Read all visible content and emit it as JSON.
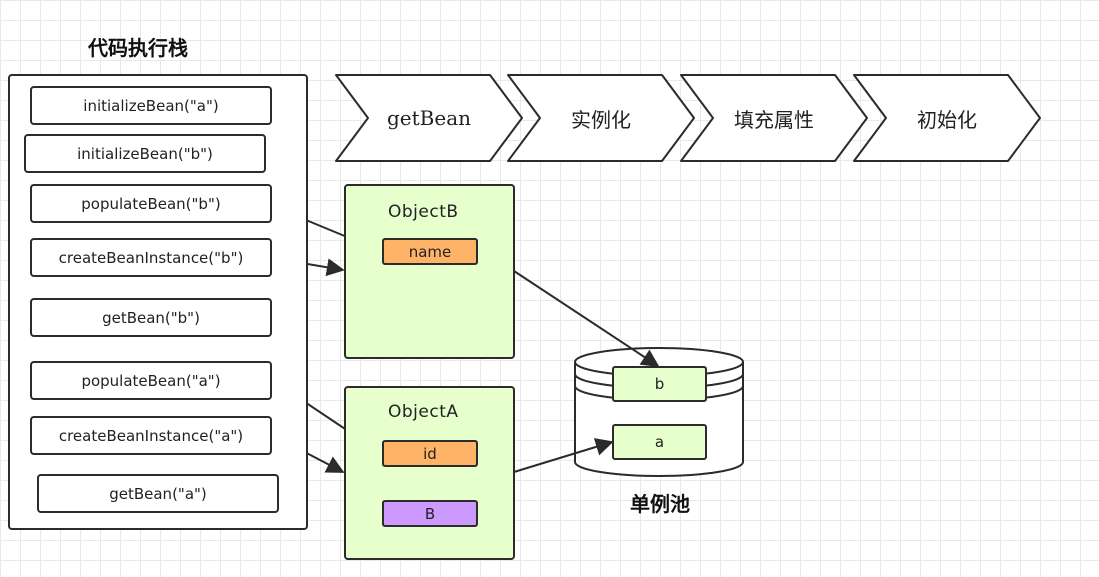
{
  "stack": {
    "title": "代码执行栈",
    "frames": [
      "initializeBean(\"a\")",
      "initializeBean(\"b\")",
      "populateBean(\"b\")",
      "createBeanInstance(\"b\")",
      "getBean(\"b\")",
      "populateBean(\"a\")",
      "createBeanInstance(\"a\")",
      "getBean(\"a\")"
    ]
  },
  "steps": [
    "getBean",
    "实例化",
    "填充属性",
    "初始化"
  ],
  "objects": {
    "b": {
      "title": "ObjectB",
      "fields": [
        "name"
      ]
    },
    "a": {
      "title": "ObjectA",
      "fields": [
        "id",
        "B"
      ]
    }
  },
  "pool": {
    "label": "单例池",
    "items": [
      "b",
      "a"
    ]
  },
  "colors": {
    "object_fill": "#e6ffcc",
    "field_orange": "#ffb366",
    "field_purple": "#cc99ff",
    "stroke": "#2b2b2b"
  }
}
